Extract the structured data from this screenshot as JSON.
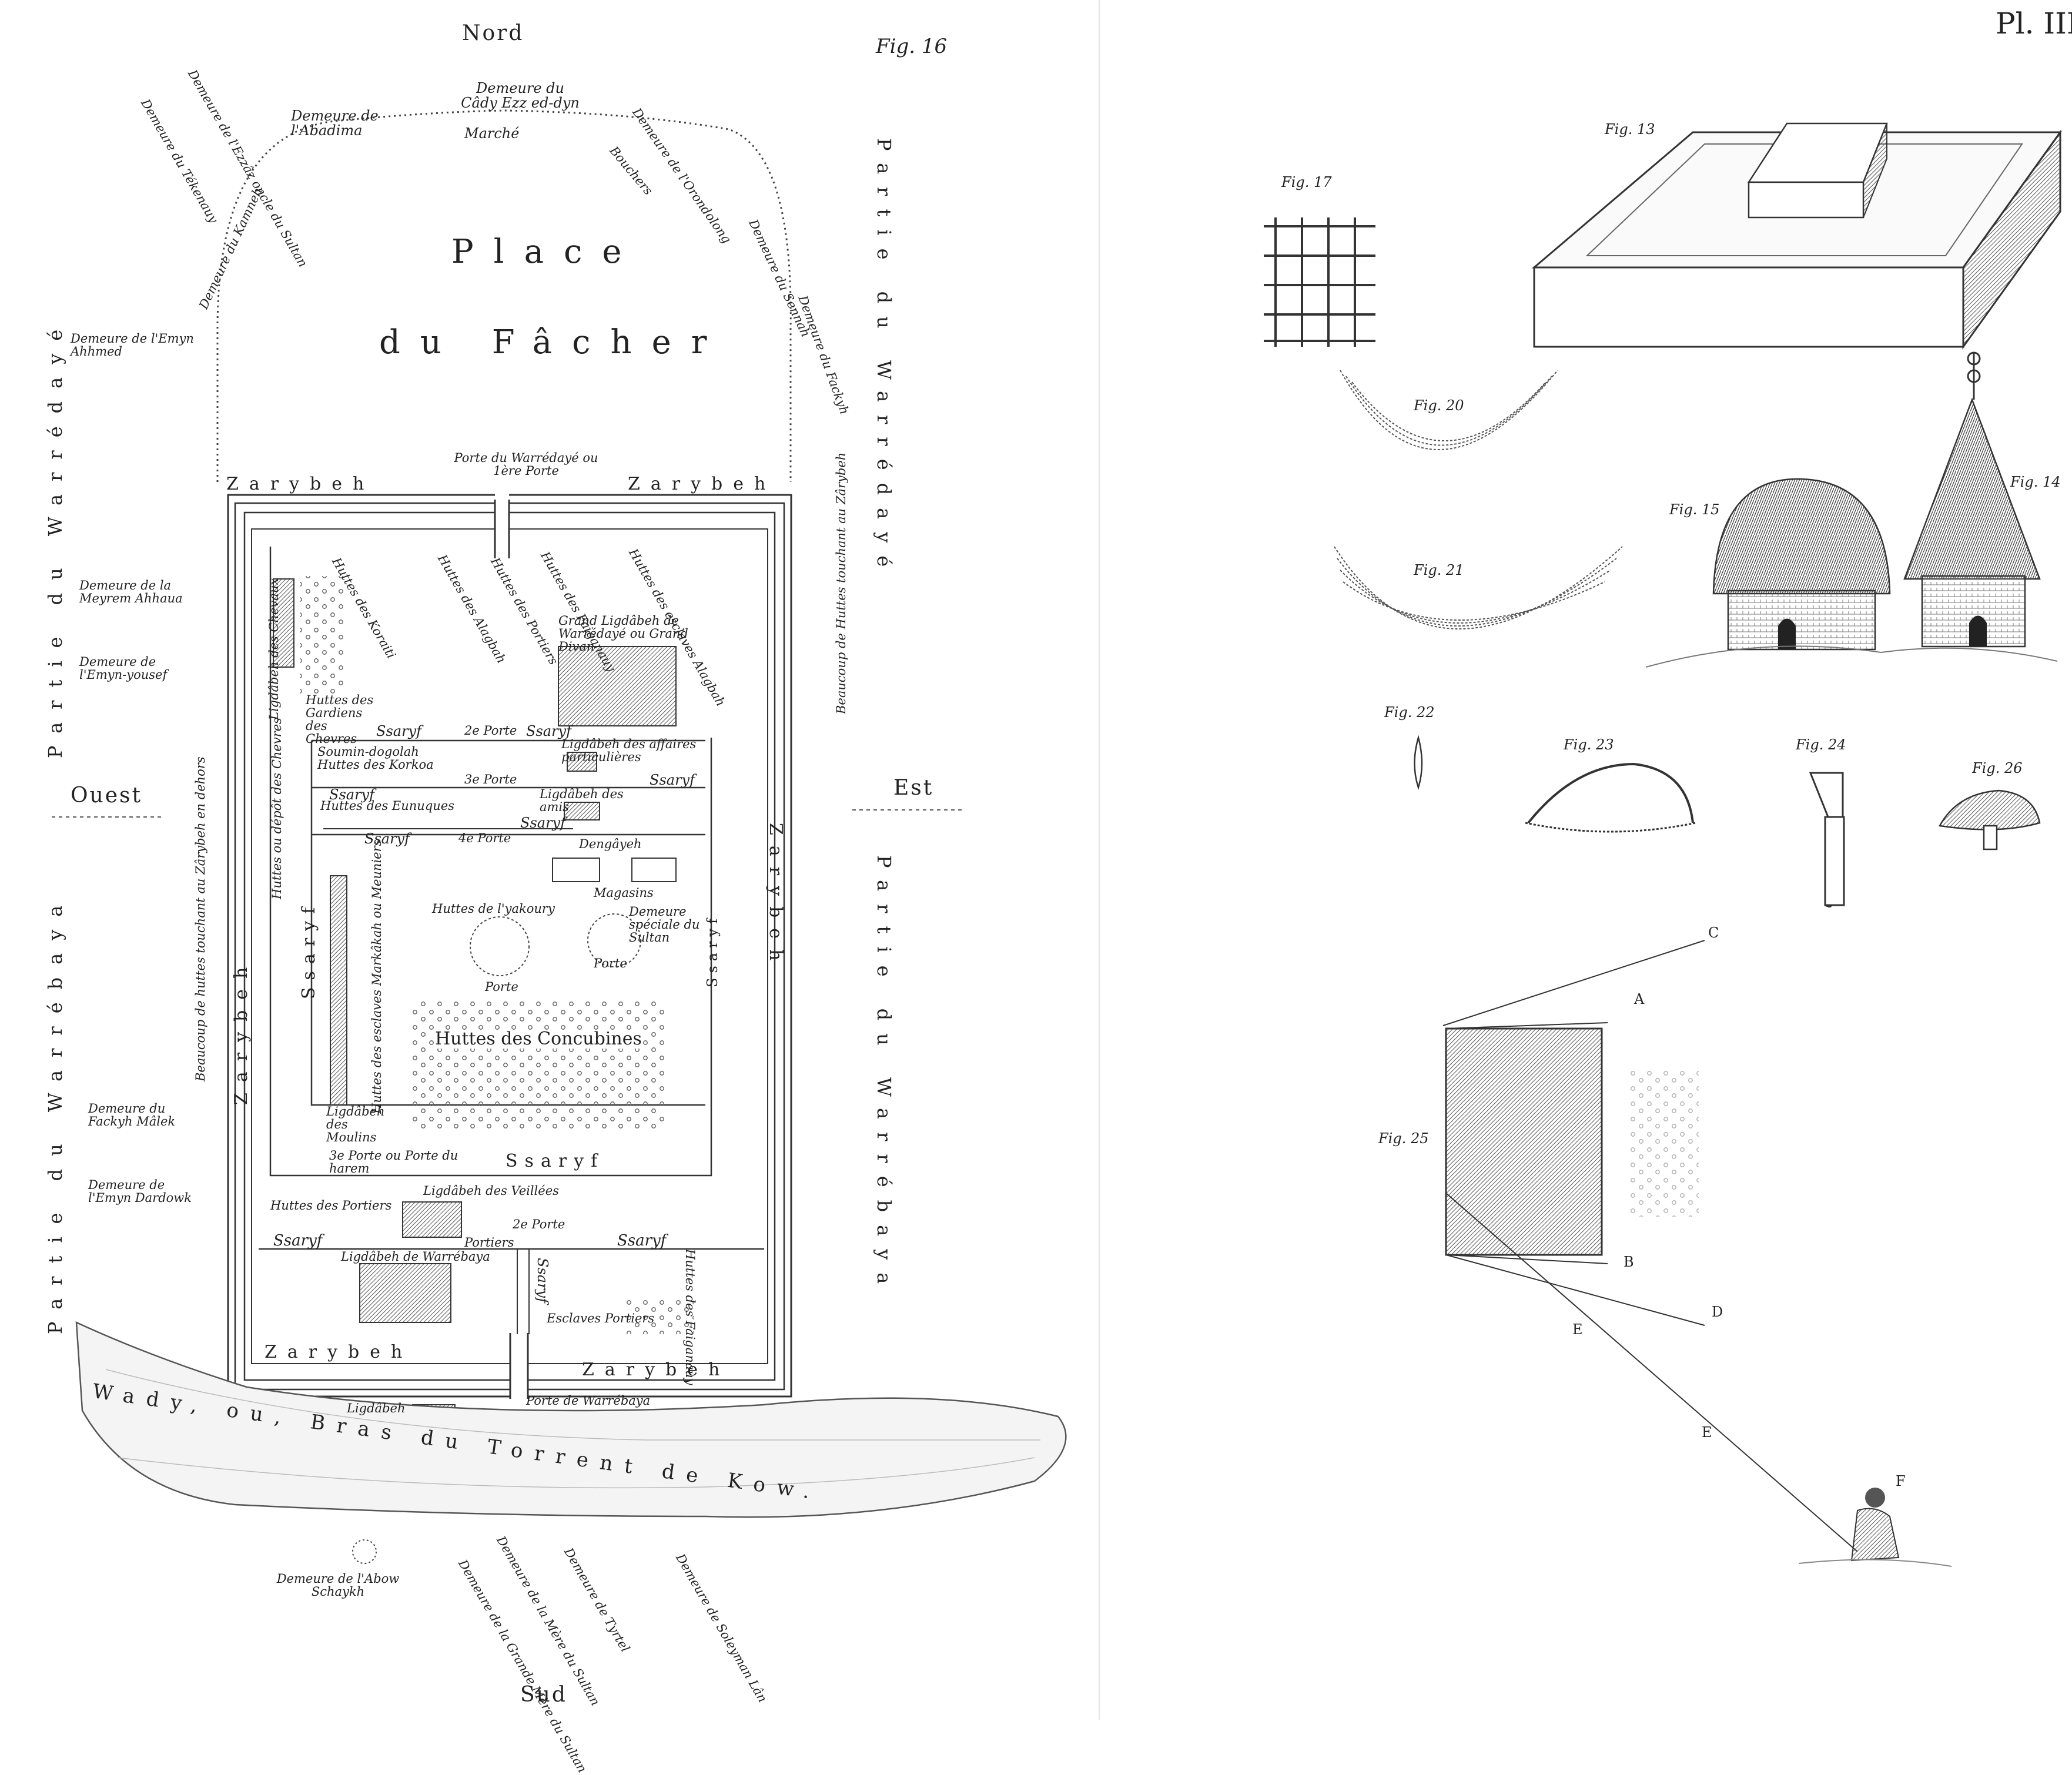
{
  "plate": {
    "number": "Pl. III"
  },
  "fig16": {
    "title": "Fig. 16",
    "compass": {
      "north": "Nord",
      "south": "Sud",
      "east": "Est",
      "west": "Ouest"
    },
    "place": {
      "line1": "Place",
      "line2": "du Fâcher"
    },
    "west_side": {
      "line1": "Partie du Warrédayé",
      "line2": "Partie du Warrébaya"
    },
    "east_side": {
      "line1": "Partie du Warrédayé",
      "line2": "Partie du Warrébaya"
    },
    "north_labels": {
      "cady": "Demeure du Câdy Ezz ed-dyn",
      "marche": "Marché",
      "abadima": "Demeure de l'Abadima",
      "ezzaz": "Demeure de l'Ezzâz oncle du Sultan",
      "tekenauy": "Demeure du Tékenauy",
      "orondolong": "Demeure de l'Orondolong",
      "bouchers": "Bouchers",
      "kamneh": "Demeure du Kamneh",
      "sennar": "Demeure du Sennah",
      "fackyh": "Demeure du Fackyh",
      "emyn_ahmed": "Demeure de l'Emyn Ahhmed"
    },
    "west_labels": {
      "meyrem": "Demeure de la Meyrem Ahhaua",
      "emyn_yousef": "Demeure de l'Emyn-yousef",
      "fackyh_malek": "Demeure du Fackyh Mâlek",
      "emyn_dardowk": "Demeure de l'Emyn Dardowk",
      "beaucoup_w": "Beaucoup de huttes touchant au Zârybeh en dehors"
    },
    "east_labels": {
      "beaucoup_e": "Beaucoup de Huttes touchant au Zârybeh"
    },
    "zarybeh": "Zarybeh",
    "gates": {
      "porte1": "Porte du Warrédayé ou 1ère Porte",
      "porte2": "2e Porte",
      "porte3": "3e Porte",
      "porte4": "4e Porte",
      "porte3_harem": "3e Porte ou Porte du harem",
      "porte2_south": "2e Porte",
      "porte_warrebaya": "Porte de Warrébaya",
      "porte": "Porte",
      "portiers": "Portiers"
    },
    "ssaryf": "Ssaryf",
    "huts": {
      "huttes_des_portiers": "Huttes des Portiers",
      "huttes_des_faiganauy": "Huttes des Faiganauy",
      "huttes_des_alagbah": "Huttes des Alagbah",
      "huttes_des_koraiti": "Huttes des Koraiti",
      "huttes_des_esclaves": "Huttes des esclaves Alagbah",
      "lig_chevaux": "Ligdâbeh des Chevaux",
      "grand_lig": "Grand Ligdâbeh de Warrédayé ou Grand Divan",
      "gardiens": "Huttes des Gardiens des Chevres",
      "soumin": "Soumin-dogolah Huttes des Korkoa",
      "lig_affaires": "Ligdâbeh des affaires particulières",
      "eunuques": "Huttes des Eunuques",
      "lig_amis": "Ligdâbeh des amis",
      "depot": "Huttes ou dépôt des Chevres",
      "dengayeh": "Dengâyeh",
      "magasins": "Magasins",
      "yakoury": "Huttes de l'yakoury",
      "demeure_sultan": "Demeure spéciale du Sultan",
      "concubines": "Huttes des Concubines",
      "esclaves_moulins": "Huttes des esclaves Markâkah ou Meuniers",
      "lig_moulins": "Ligdâbeh des Moulins",
      "lig_veillees": "Ligdâbeh des Veillées",
      "lig_warrebaya": "Ligdâbeh de Warrébaya",
      "esclaves_portiers": "Esclaves Portiers",
      "huttes_faiganauy_s": "Huttes des Faiganauy",
      "ligdabeh": "Ligdâbeh"
    },
    "wady": "Wady, ou, Bras du Torrent de Kow.",
    "south_labels": {
      "abow": "Demeure de l'Abow Schaykh",
      "mere_sultan": "Demeure de la Grande Mère du Sultan",
      "mere_sultan2": "Demeure de la Mère du Sultan",
      "tyrtel": "Demeure de Tyrtel",
      "soleyman": "Demeure de Soleyman Lân"
    }
  },
  "figs": {
    "fig13": "Fig. 13",
    "fig14": "Fig. 14",
    "fig15": "Fig. 15",
    "fig17": "Fig. 17",
    "fig20": "Fig. 20",
    "fig21": "Fig. 21",
    "fig22": "Fig. 22",
    "fig23": "Fig. 23",
    "fig24": "Fig. 24",
    "fig25": "Fig. 25",
    "fig26": "Fig. 26"
  },
  "fig25_points": {
    "a": "A",
    "b": "B",
    "c": "C",
    "d": "D",
    "e1": "E",
    "e2": "E",
    "f": "F"
  }
}
